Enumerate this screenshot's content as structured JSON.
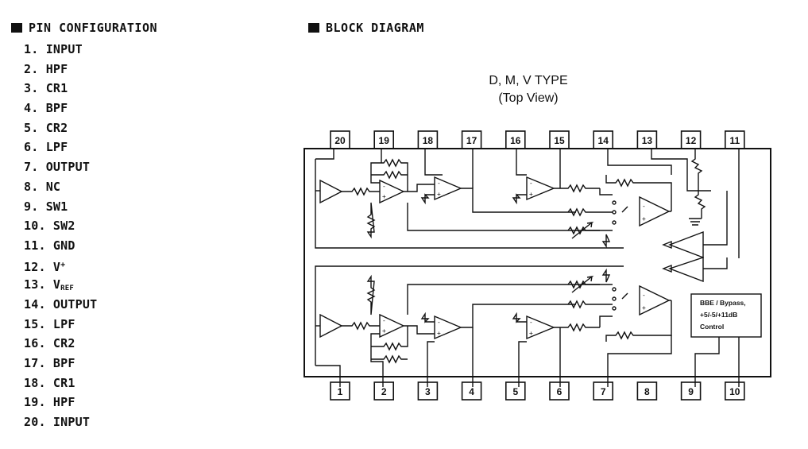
{
  "pin_configuration": {
    "heading": "PIN CONFIGURATION",
    "pins": [
      {
        "label": "1. INPUT"
      },
      {
        "label": "2. HPF"
      },
      {
        "label": "3. CR1"
      },
      {
        "label": "4. BPF"
      },
      {
        "label": "5. CR2"
      },
      {
        "label": "6. LPF"
      },
      {
        "label": "7. OUTPUT"
      },
      {
        "label": "8. NC"
      },
      {
        "label": "9. SW1"
      },
      {
        "label": "10. SW2"
      },
      {
        "label": "11. GND"
      },
      {
        "label": "12. V",
        "sup": "+"
      },
      {
        "label": "13. V",
        "sub": "REF"
      },
      {
        "label": "14. OUTPUT"
      },
      {
        "label": "15. LPF"
      },
      {
        "label": "16. CR2"
      },
      {
        "label": "17. BPF"
      },
      {
        "label": "18. CR1"
      },
      {
        "label": "19. HPF"
      },
      {
        "label": "20. INPUT"
      }
    ]
  },
  "block_diagram": {
    "heading": "BLOCK DIAGRAM",
    "title_line1": "D, M, V TYPE",
    "title_line2": "(Top View)",
    "top_pins": [
      "20",
      "19",
      "18",
      "17",
      "16",
      "15",
      "14",
      "13",
      "12",
      "11"
    ],
    "bottom_pins": [
      "1",
      "2",
      "3",
      "4",
      "5",
      "6",
      "7",
      "8",
      "9",
      "10"
    ],
    "control_box": {
      "line1": "BBE / Bypass,",
      "line2": "+5/-5/+11dB",
      "line3": "Control"
    }
  }
}
